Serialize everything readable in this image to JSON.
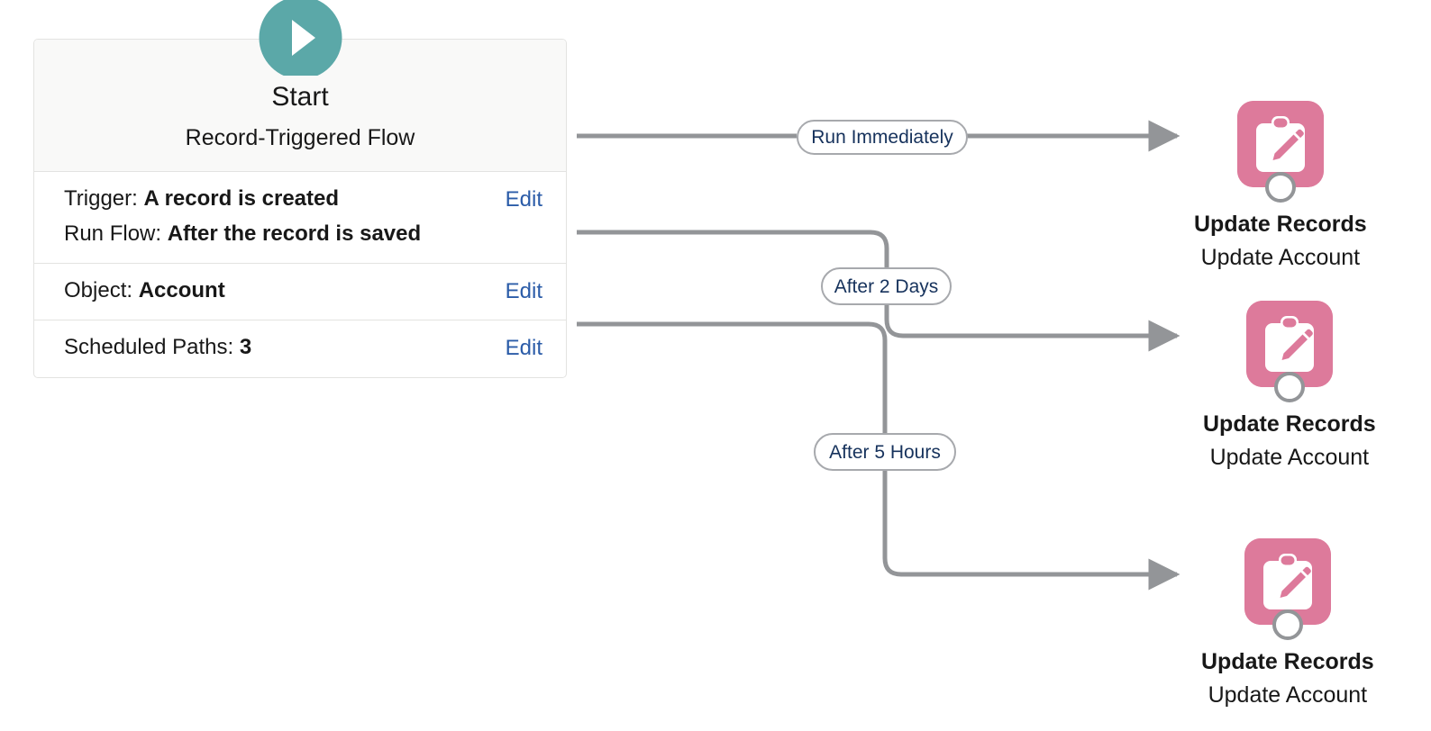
{
  "colors": {
    "connector": "#939598",
    "action_icon_pink": "#dd7a9b",
    "start_badge_teal": "#5ba8a8",
    "link_blue": "#2b5ca8",
    "pill_border": "#a7a9ad",
    "pill_text": "#16325c",
    "card_border": "#e3e3e1",
    "card_header_bg": "#f9f9f8",
    "text": "#181818"
  },
  "start": {
    "play_icon": "play-triangle-icon",
    "title": "Start",
    "subtitle": "Record-Triggered Flow",
    "rows": [
      {
        "lines": [
          {
            "label": "Trigger:",
            "value": "A record is created"
          },
          {
            "label": "Run Flow:",
            "value": "After the record is saved"
          }
        ],
        "edit_label": "Edit"
      },
      {
        "lines": [
          {
            "label": "Object:",
            "value": "Account"
          }
        ],
        "edit_label": "Edit"
      },
      {
        "lines": [
          {
            "label": "Scheduled Paths:",
            "value": "3"
          }
        ],
        "edit_label": "Edit"
      }
    ]
  },
  "paths": [
    {
      "label": "Run Immediately"
    },
    {
      "label": "After 2 Days"
    },
    {
      "label": "After 5 Hours"
    }
  ],
  "nodes": [
    {
      "icon": "update-records-clipboard-pencil-icon",
      "label": "Update Records",
      "sublabel": "Update Account"
    },
    {
      "icon": "update-records-clipboard-pencil-icon",
      "label": "Update Records",
      "sublabel": "Update Account"
    },
    {
      "icon": "update-records-clipboard-pencil-icon",
      "label": "Update Records",
      "sublabel": "Update Account"
    }
  ]
}
